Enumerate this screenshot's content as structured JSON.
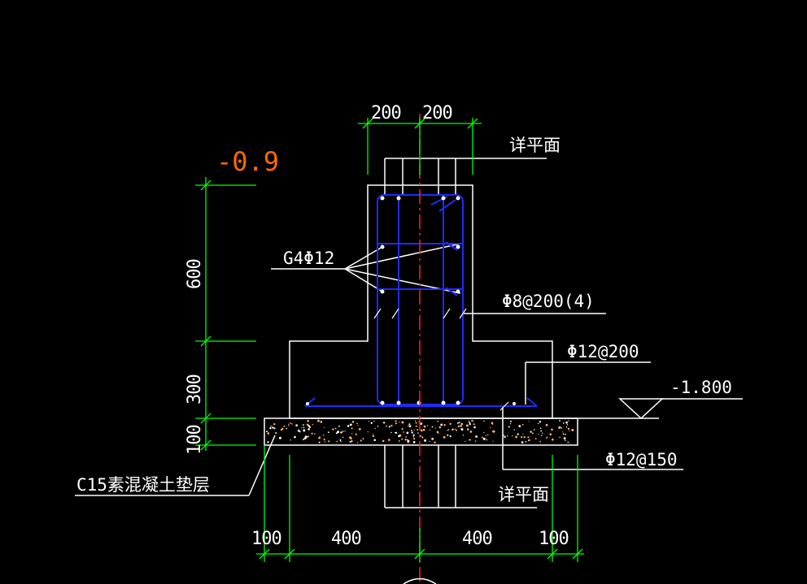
{
  "colors": {
    "background": "#000000",
    "outline": "#ffffff",
    "dimension": "#00ff00",
    "rebar": "#0000ff",
    "centerline": "#ff0000",
    "elevation_top": "#ff6a00",
    "concrete_dots": "#ffb070"
  },
  "dimensions": {
    "top_left": "200",
    "top_right": "200",
    "height_col": "600",
    "height_base": "300",
    "height_pad": "100",
    "bottom_a": "100",
    "bottom_b": "400",
    "bottom_c": "400",
    "bottom_d": "100"
  },
  "elevations": {
    "top": "-0.9",
    "bottom": "-1.800"
  },
  "labels": {
    "detail_top": "详平面",
    "detail_bottom": "详平面",
    "long_bars": "G4Φ12",
    "stirrup": "Φ8@200(4)",
    "base_rebar_upper": "Φ12@200",
    "base_rebar_lower": "Φ12@150",
    "cushion": "C15素混凝土垫层"
  }
}
